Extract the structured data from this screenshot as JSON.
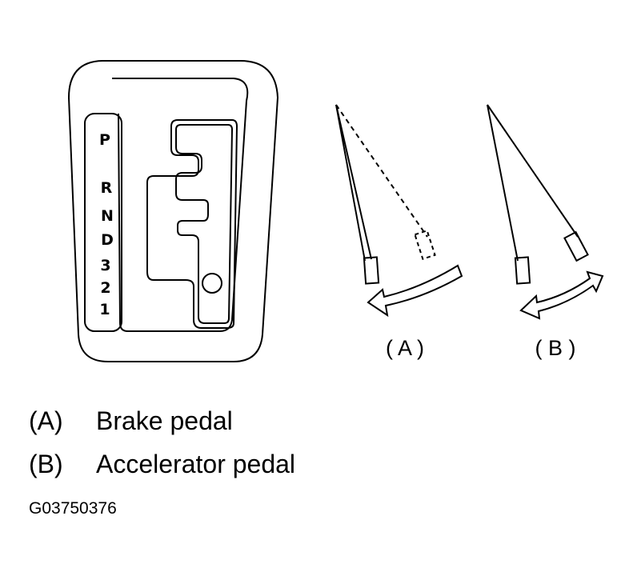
{
  "gates": [
    "P",
    "R",
    "N",
    "D",
    "3",
    "2",
    "1"
  ],
  "pedal_labels": {
    "a": "( A )",
    "b": "( B )"
  },
  "legend": [
    {
      "key": "(A)",
      "text": "Brake pedal"
    },
    {
      "key": "(B)",
      "text": "Accelerator pedal"
    }
  ],
  "figure_id": "G03750376"
}
